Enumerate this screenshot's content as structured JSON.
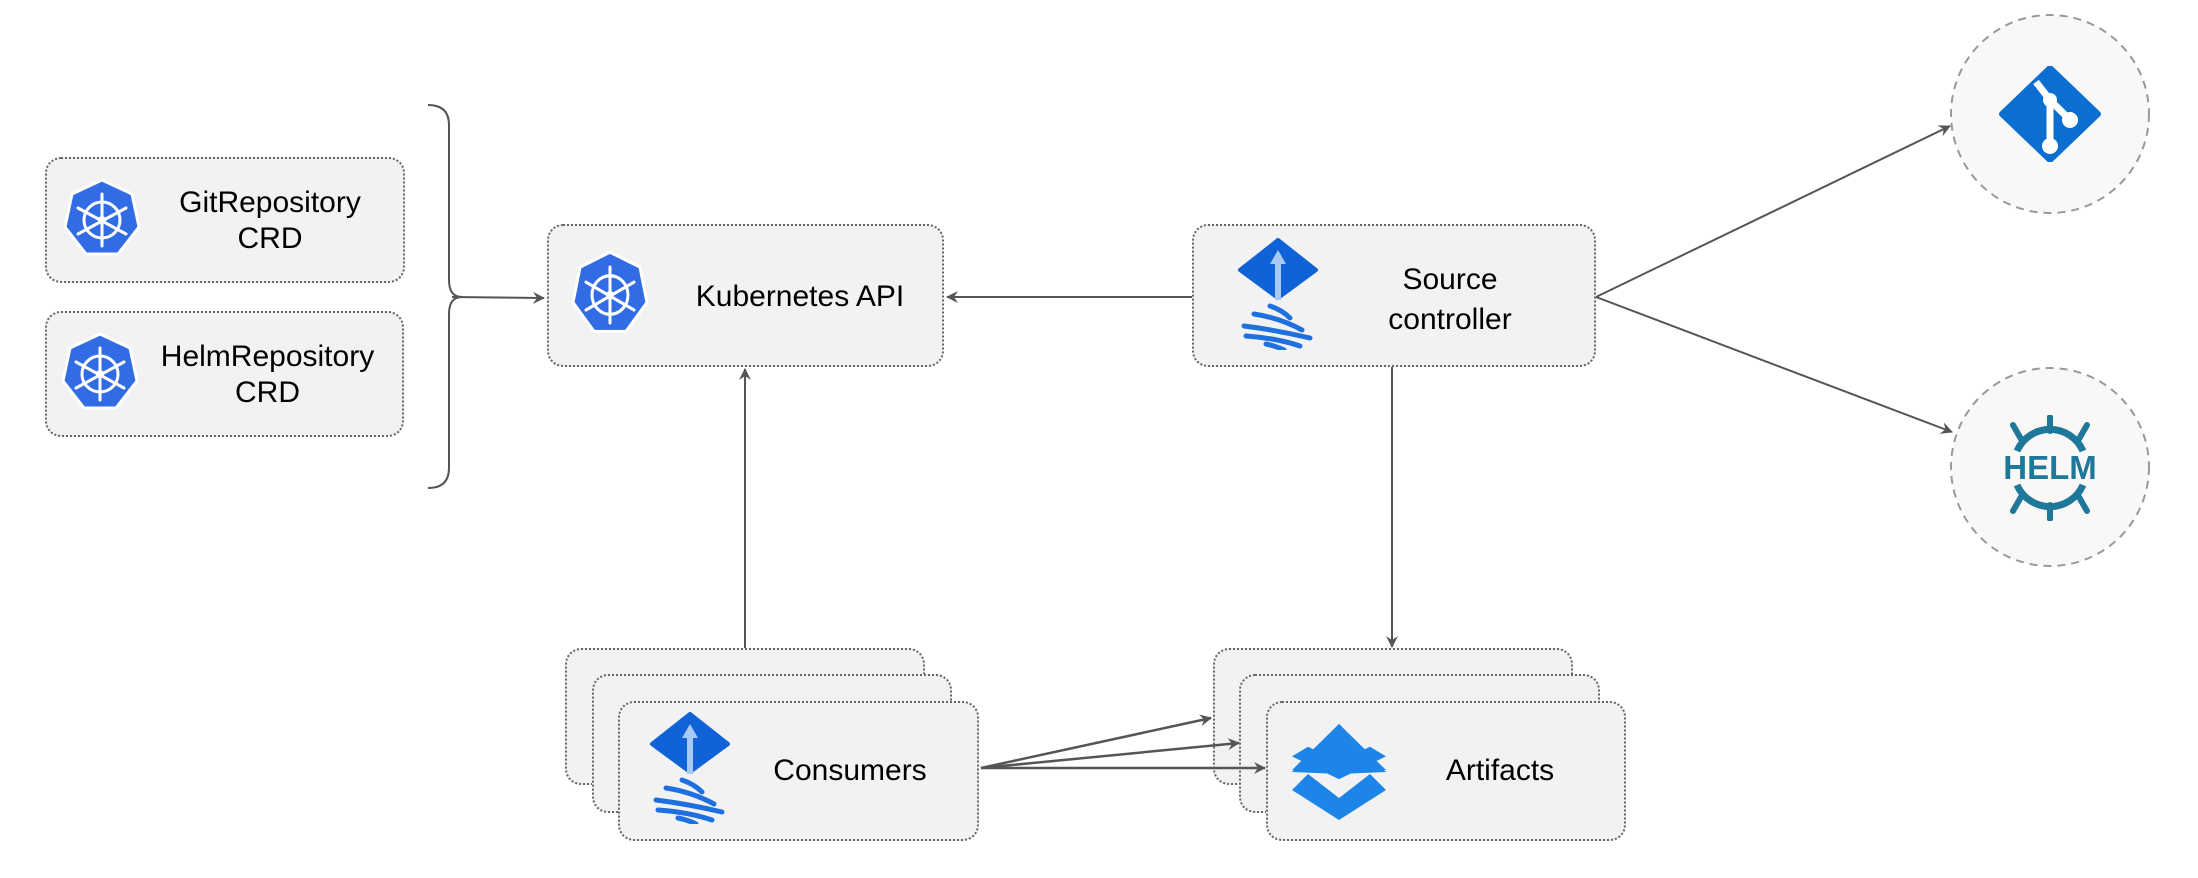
{
  "nodes": {
    "git_crd": {
      "line1": "GitRepository",
      "line2": "CRD",
      "icon": "kubernetes-icon"
    },
    "helm_crd": {
      "line1": "HelmRepository",
      "line2": "CRD",
      "icon": "kubernetes-icon"
    },
    "kubernetes_api": {
      "label": "Kubernetes API",
      "icon": "kubernetes-icon"
    },
    "source_controller": {
      "line1": "Source",
      "line2": "controller",
      "icon": "flux-icon"
    },
    "consumers": {
      "label": "Consumers",
      "icon": "flux-icon"
    },
    "artifacts": {
      "label": "Artifacts",
      "icon": "layers-icon"
    },
    "git_repo": {
      "icon": "git-icon"
    },
    "helm_repo": {
      "icon": "helm-icon",
      "logo_text": "HELM"
    }
  },
  "edges": [
    {
      "from": "git_crd+helm_crd",
      "to": "kubernetes_api"
    },
    {
      "from": "source_controller",
      "to": "kubernetes_api"
    },
    {
      "from": "source_controller",
      "to": "git_repo"
    },
    {
      "from": "source_controller",
      "to": "helm_repo"
    },
    {
      "from": "source_controller",
      "to": "artifacts"
    },
    {
      "from": "consumers",
      "to": "kubernetes_api"
    },
    {
      "from": "consumers",
      "to": "artifacts"
    }
  ],
  "colors": {
    "kubernetes": "#326CE5",
    "flux": "#0F62D8",
    "git": "#0A6FD0",
    "helm": "#1F7899",
    "layers": "#1E85E8",
    "box_fill": "#f2f2f2",
    "edge": "#555555"
  }
}
